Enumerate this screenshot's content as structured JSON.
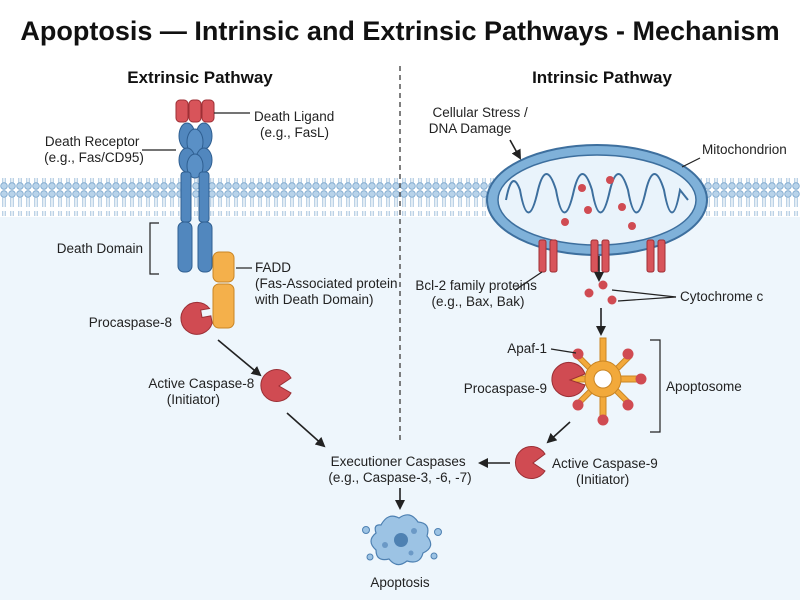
{
  "title": "Apoptosis — Intrinsic and Extrinsic Pathways - Mechanism",
  "extrinsic": {
    "heading": "Extrinsic Pathway",
    "death_ligand": [
      "Death Ligand",
      "(e.g., FasL)"
    ],
    "death_receptor": [
      "Death Receptor",
      "(e.g., Fas/CD95)"
    ],
    "death_domain": "Death Domain",
    "fadd": [
      "FADD",
      "(Fas-Associated protein",
      "with Death Domain)"
    ],
    "procaspase8": "Procaspase-8",
    "active_caspase8": [
      "Active Caspase-8",
      "(Initiator)"
    ]
  },
  "intrinsic": {
    "heading": "Intrinsic Pathway",
    "stress": [
      "Cellular Stress /",
      "DNA Damage"
    ],
    "mitochondrion": "Mitochondrion",
    "bcl2": [
      "Bcl-2 family proteins",
      "(e.g., Bax, Bak)"
    ],
    "cytochrome_c": "Cytochrome c",
    "apaf1": "Apaf-1",
    "procaspase9": "Procaspase-9",
    "apoptosome": "Apoptosome",
    "active_caspase9": [
      "Active Caspase-9",
      "(Initiator)"
    ]
  },
  "executioner": [
    "Executioner Caspases",
    "(e.g., Caspase-3, -6, -7)"
  ],
  "outcome": "Apoptosis",
  "colors": {
    "membrane": "#a9c9e4",
    "receptor": "#5187be",
    "ligand": "#d8545a",
    "caspase": "#d04b52",
    "fadd": "#f4b04b",
    "apoptosome": "#f2a93b",
    "mitochondrion": "#7fb1d9",
    "cytoplasm": "#eef6fc"
  }
}
